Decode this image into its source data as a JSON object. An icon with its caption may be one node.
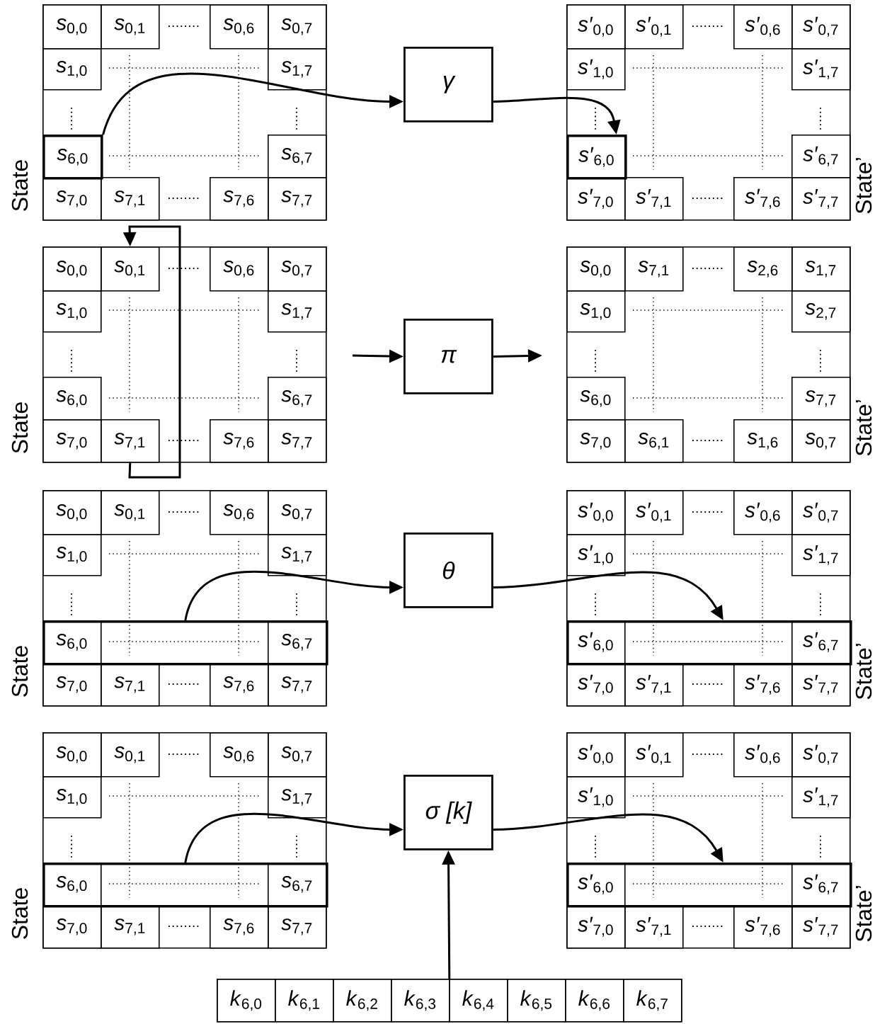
{
  "diagram": {
    "nodes": [
      {
        "text": [],
        "shape": "box",
        "beside": [
          "State"
        ]
      },
      {
        "text": [
          "*s*$_{0,0}$"
        ],
        "in": 0
      },
      {
        "text": [
          "*s*$_{0,1}$"
        ],
        "in": 0
      },
      {
        "text": [
          "*s*$_{0,6}$"
        ],
        "in": 0
      },
      {
        "text": [
          "*s*$_{0,7}$"
        ],
        "in": 0
      },
      {
        "text": [
          "*s*$_{1,0}$"
        ],
        "in": 0
      },
      {
        "text": [
          "*s*$_{1,7}$"
        ],
        "in": 0
      },
      {
        "text": [
          "*s*$_{6,0}$"
        ],
        "in": 0
      },
      {
        "text": [
          "*s*$_{6,7}$"
        ],
        "in": 0
      },
      {
        "text": [
          "*s*$_{7,0}$"
        ],
        "in": 0
      },
      {
        "text": [
          "*s*$_{7,1}$"
        ],
        "in": 0
      },
      {
        "text": [
          "*s*$_{7,6}$"
        ],
        "in": 0
      },
      {
        "text": [
          "*s*$_{7,7}$"
        ],
        "in": 0
      },
      {
        "text": [
          "γ"
        ]
      },
      {
        "text": [],
        "shape": "box",
        "beside": [
          "State’"
        ]
      },
      {
        "text": [
          "*s′*$_{0,0}$"
        ],
        "in": 14
      },
      {
        "text": [
          "*s′*$_{0,1}$"
        ],
        "in": 14
      },
      {
        "text": [
          "*s′*$_{0,6}$"
        ],
        "in": 14
      },
      {
        "text": [
          "*s′*$_{0,7}$"
        ],
        "in": 14
      },
      {
        "text": [
          "*s′*$_{1,0}$"
        ],
        "in": 14
      },
      {
        "text": [
          "*s′*$_{1,7}$"
        ],
        "in": 14
      },
      {
        "text": [
          "*s′*$_{6,0}$"
        ],
        "in": 14
      },
      {
        "text": [
          "*s′*$_{6,7}$"
        ],
        "in": 14
      },
      {
        "text": [
          "*s′*$_{7,0}$"
        ],
        "in": 14
      },
      {
        "text": [
          "*s′*$_{7,1}$"
        ],
        "in": 14
      },
      {
        "text": [
          "*s′*$_{7,6}$"
        ],
        "in": 14
      },
      {
        "text": [
          "*s′*$_{7,7}$"
        ],
        "in": 14
      },
      {
        "text": [],
        "shape": "box",
        "beside": [
          "State"
        ]
      },
      {
        "text": [
          "*s*$_{0,0}$"
        ],
        "in": 27
      },
      {
        "text": [
          "*s*$_{0,1}$"
        ],
        "in": 27
      },
      {
        "text": [
          "*s*$_{0,6}$"
        ],
        "in": 27
      },
      {
        "text": [
          "*s*$_{0,7}$"
        ],
        "in": 27
      },
      {
        "text": [
          "*s*$_{1,0}$"
        ],
        "in": 27
      },
      {
        "text": [
          "*s*$_{1,7}$"
        ],
        "in": 27
      },
      {
        "text": [
          "*s*$_{6,0}$"
        ],
        "in": 27
      },
      {
        "text": [
          "*s*$_{6,7}$"
        ],
        "in": 27
      },
      {
        "text": [
          "*s*$_{7,0}$"
        ],
        "in": 27
      },
      {
        "text": [
          "*s*$_{7,1}$"
        ],
        "in": 27
      },
      {
        "text": [
          "*s*$_{7,6}$"
        ],
        "in": 27
      },
      {
        "text": [
          "*s*$_{7,7}$"
        ],
        "in": 27
      },
      {
        "text": [
          "π"
        ]
      },
      {
        "text": [],
        "shape": "box",
        "beside": [
          "State’"
        ]
      },
      {
        "text": [
          "*s*$_{0,0}$"
        ],
        "in": 41
      },
      {
        "text": [
          "*s*$_{7,1}$"
        ],
        "in": 41
      },
      {
        "text": [
          "*s*$_{2,6}$"
        ],
        "in": 41
      },
      {
        "text": [
          "*s*$_{1,7}$"
        ],
        "in": 41
      },
      {
        "text": [
          "*s*$_{1,0}$"
        ],
        "in": 41
      },
      {
        "text": [
          "*s*$_{2,7}$"
        ],
        "in": 41
      },
      {
        "text": [
          "*s*$_{6,0}$"
        ],
        "in": 41
      },
      {
        "text": [
          "*s*$_{7,7}$"
        ],
        "in": 41
      },
      {
        "text": [
          "*s*$_{7,0}$"
        ],
        "in": 41
      },
      {
        "text": [
          "*s*$_{6,1}$"
        ],
        "in": 41
      },
      {
        "text": [
          "*s*$_{1,6}$"
        ],
        "in": 41
      },
      {
        "text": [
          "*s*$_{0,7}$"
        ],
        "in": 41
      },
      {
        "text": [],
        "shape": "box",
        "beside": [
          "State"
        ]
      },
      {
        "text": [
          "*s*$_{0,0}$"
        ],
        "in": 54
      },
      {
        "text": [
          "*s*$_{0,1}$"
        ],
        "in": 54
      },
      {
        "text": [
          "*s*$_{0,6}$"
        ],
        "in": 54
      },
      {
        "text": [
          "*s*$_{0,7}$"
        ],
        "in": 54
      },
      {
        "text": [
          "*s*$_{1,0}$"
        ],
        "in": 54
      },
      {
        "text": [
          "*s*$_{1,7}$"
        ],
        "in": 54
      },
      {
        "text": [],
        "shape": "box",
        "in": 54
      },
      {
        "text": [
          "*s*$_{6,0}$"
        ],
        "in": 61
      },
      {
        "text": [
          "*s*$_{6,7}$"
        ],
        "in": 61
      },
      {
        "text": [
          "*s*$_{7,0}$"
        ],
        "in": 54
      },
      {
        "text": [
          "*s*$_{7,1}$"
        ],
        "in": 54
      },
      {
        "text": [
          "*s*$_{7,6}$"
        ],
        "in": 54
      },
      {
        "text": [
          "*s*$_{7,7}$"
        ],
        "in": 54
      },
      {
        "text": [
          "θ"
        ]
      },
      {
        "text": [],
        "shape": "box",
        "beside": [
          "State’"
        ]
      },
      {
        "text": [
          "*s′*$_{0,0}$"
        ],
        "in": 69
      },
      {
        "text": [
          "*s′*$_{0,1}$"
        ],
        "in": 69
      },
      {
        "text": [
          "*s′*$_{0,6}$"
        ],
        "in": 69
      },
      {
        "text": [
          "*s′*$_{0,7}$"
        ],
        "in": 69
      },
      {
        "text": [
          "*s′*$_{1,0}$"
        ],
        "in": 69
      },
      {
        "text": [
          "*s′*$_{1,7}$"
        ],
        "in": 69
      },
      {
        "text": [],
        "shape": "box",
        "in": 69
      },
      {
        "text": [
          "*s′*$_{6,0}$"
        ],
        "in": 76
      },
      {
        "text": [
          "*s′*$_{6,7}$"
        ],
        "in": 76
      },
      {
        "text": [
          "*s′*$_{7,0}$"
        ],
        "in": 69
      },
      {
        "text": [
          "*s′*$_{7,1}$"
        ],
        "in": 69
      },
      {
        "text": [
          "*s′*$_{7,6}$"
        ],
        "in": 69
      },
      {
        "text": [
          "*s′*$_{7,7}$"
        ],
        "in": 69
      },
      {
        "text": [],
        "shape": "box",
        "beside": [
          "State"
        ]
      },
      {
        "text": [
          "*s*$_{0,0}$"
        ],
        "in": 83
      },
      {
        "text": [
          "*s*$_{0,1}$"
        ],
        "in": 83
      },
      {
        "text": [
          "*s*$_{0,6}$"
        ],
        "in": 83
      },
      {
        "text": [
          "*s*$_{0,7}$"
        ],
        "in": 83
      },
      {
        "text": [
          "*s*$_{1,0}$"
        ],
        "in": 83
      },
      {
        "text": [
          "*s*$_{1,7}$"
        ],
        "in": 83
      },
      {
        "text": [],
        "shape": "box",
        "in": 83
      },
      {
        "text": [
          "*s*$_{6,0}$"
        ],
        "in": 90
      },
      {
        "text": [
          "*s*$_{6,7}$"
        ],
        "in": 90
      },
      {
        "text": [
          "*s*$_{7,0}$"
        ],
        "in": 83
      },
      {
        "text": [
          "*s*$_{7,1}$"
        ],
        "in": 83
      },
      {
        "text": [
          "*s*$_{7,6}$"
        ],
        "in": 83
      },
      {
        "text": [
          "*s*$_{7,7}$"
        ],
        "in": 83
      },
      {
        "text": [
          "σ [*k*]"
        ]
      },
      {
        "text": [],
        "shape": "box",
        "beside": [
          "State’"
        ]
      },
      {
        "text": [
          "*s′*$_{0,0}$"
        ],
        "in": 98
      },
      {
        "text": [
          "*s′*$_{0,1}$"
        ],
        "in": 98
      },
      {
        "text": [
          "*s′*$_{0,6}$"
        ],
        "in": 98
      },
      {
        "text": [
          "*s′*$_{0,7}$"
        ],
        "in": 98
      },
      {
        "text": [
          "*s′*$_{1,0}$"
        ],
        "in": 98
      },
      {
        "text": [
          "*s′*$_{1,7}$"
        ],
        "in": 98
      },
      {
        "text": [],
        "shape": "box",
        "in": 98
      },
      {
        "text": [
          "*s′*$_{6,0}$"
        ],
        "in": 105
      },
      {
        "text": [
          "*s′*$_{6,7}$"
        ],
        "in": 105
      },
      {
        "text": [
          "*s′*$_{7,0}$"
        ],
        "in": 98
      },
      {
        "text": [
          "*s′*$_{7,1}$"
        ],
        "in": 98
      },
      {
        "text": [
          "*s′*$_{7,6}$"
        ],
        "in": 98
      },
      {
        "text": [
          "*s′*$_{7,7}$"
        ],
        "in": 98
      },
      {
        "text": [],
        "shape": "box"
      },
      {
        "text": [
          "*k*$_{6,0}$"
        ],
        "in": 112
      },
      {
        "text": [
          "*k*$_{6,1}$"
        ],
        "in": 112
      },
      {
        "text": [
          "*k*$_{6,2}$"
        ],
        "in": 112
      },
      {
        "text": [
          "*k*$_{6,3}$"
        ],
        "in": 112
      },
      {
        "text": [
          "*k*$_{6,4}$"
        ],
        "in": 112
      },
      {
        "text": [
          "*k*$_{6,5}$"
        ],
        "in": 112
      },
      {
        "text": [
          "*k*$_{6,6}$"
        ],
        "in": 112
      },
      {
        "text": [
          "*k*$_{6,7}$"
        ],
        "in": 112
      }
    ],
    "edges": [
      {
        "from": 7,
        "to": 13,
        "arrow": "to"
      },
      {
        "from": 13,
        "to": 21,
        "arrow": "to"
      },
      {
        "from": null,
        "to": 40,
        "arrow": "to"
      },
      {
        "from": 40,
        "to": null,
        "arrow": "to"
      },
      {
        "from": 37,
        "to": 29,
        "arrow": "to"
      },
      {
        "from": 61,
        "to": 68,
        "arrow": "to"
      },
      {
        "from": 68,
        "to": 76,
        "arrow": "to"
      },
      {
        "from": 90,
        "to": 97,
        "arrow": "to"
      },
      {
        "from": 97,
        "to": 105,
        "arrow": "to"
      },
      {
        "from": 112,
        "to": 97,
        "arrow": "to"
      }
    ]
  }
}
